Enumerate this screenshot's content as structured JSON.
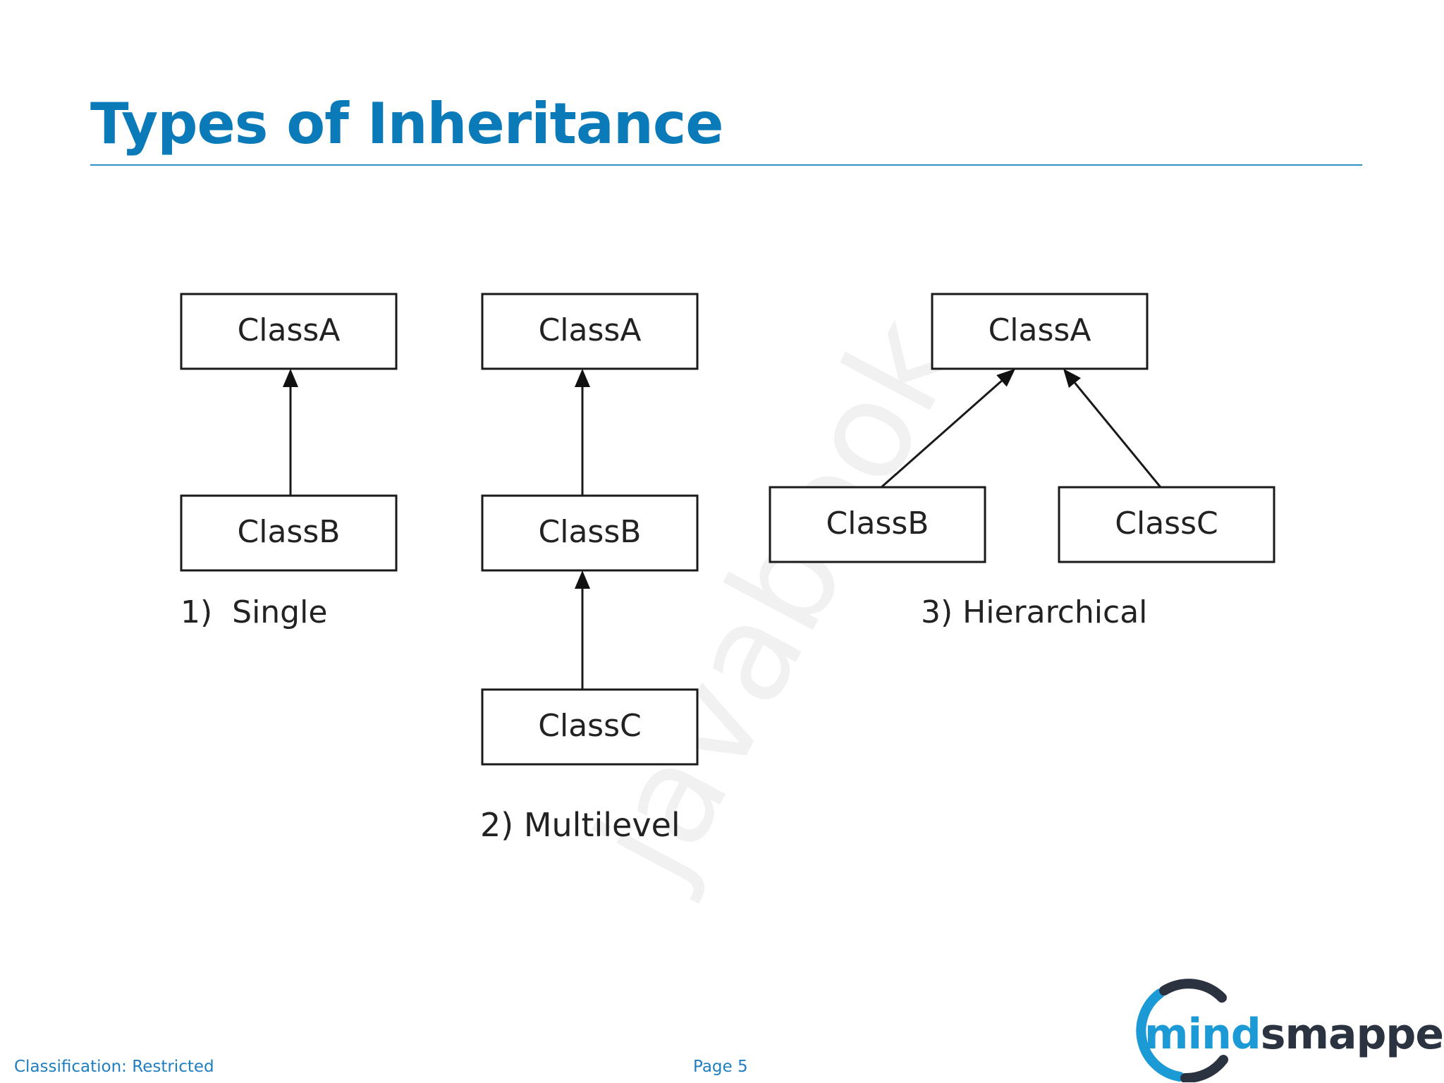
{
  "slide": {
    "title": "Types of Inheritance"
  },
  "diagrams": [
    {
      "caption": "1)  Single",
      "nodes": [
        {
          "id": "s-a",
          "label": "ClassA"
        },
        {
          "id": "s-b",
          "label": "ClassB"
        }
      ],
      "edges": [
        {
          "from": "s-b",
          "to": "s-a"
        }
      ]
    },
    {
      "caption": "2) Multilevel",
      "nodes": [
        {
          "id": "m-a",
          "label": "ClassA"
        },
        {
          "id": "m-b",
          "label": "ClassB"
        },
        {
          "id": "m-c",
          "label": "ClassC"
        }
      ],
      "edges": [
        {
          "from": "m-b",
          "to": "m-a"
        },
        {
          "from": "m-c",
          "to": "m-b"
        }
      ]
    },
    {
      "caption": "3) Hierarchical",
      "nodes": [
        {
          "id": "h-a",
          "label": "ClassA"
        },
        {
          "id": "h-b",
          "label": "ClassB"
        },
        {
          "id": "h-c",
          "label": "ClassC"
        }
      ],
      "edges": [
        {
          "from": "h-b",
          "to": "h-a"
        },
        {
          "from": "h-c",
          "to": "h-a"
        }
      ]
    }
  ],
  "watermark": "javabook",
  "footer": {
    "classification": "Classification: Restricted",
    "page": "Page 5"
  },
  "logo": {
    "text_part1": "mind",
    "text_part2": "smapped",
    "colors": {
      "ring_blue": "#1b9ad6",
      "ring_dark": "#2c3340",
      "text_blue": "#1b9ad6",
      "text_dark": "#2c3340"
    }
  },
  "colors": {
    "title": "#0a7ab8",
    "rule": "#2f93c9",
    "footer_text": "#1f7ec0",
    "diagram_stroke": "#1a1a1a",
    "diagram_text": "#222222"
  }
}
